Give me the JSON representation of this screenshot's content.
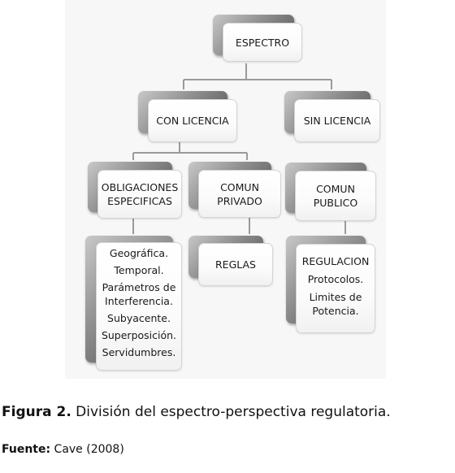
{
  "diagram": {
    "root": {
      "label": "ESPECTRO"
    },
    "con_licencia": {
      "label": "CON LICENCIA"
    },
    "sin_licencia": {
      "label": "SIN LICENCIA"
    },
    "obligaciones": {
      "lines": [
        "OBLIGACIONES",
        "ESPECIFICAS"
      ]
    },
    "comun_privado": {
      "lines": [
        "COMUN",
        "PRIVADO"
      ]
    },
    "comun_publico": {
      "lines": [
        "COMUN",
        "PUBLICO"
      ]
    },
    "obligaciones_detail": {
      "lines": [
        "Geográfica.",
        "Temporal.",
        "Parámetros de",
        "Interferencia.",
        "Subyacente.",
        "Superposición.",
        "Servidumbres."
      ]
    },
    "reglas": {
      "label": "REGLAS"
    },
    "regulacion": {
      "lines": [
        "REGULACION",
        "Protocolos.",
        "Limites de",
        "Potencia."
      ]
    }
  },
  "caption": {
    "label": "Figura 2.",
    "text": " División del espectro-perspectiva regulatoria."
  },
  "source": {
    "label": "Fuente:",
    "text": " Cave (2008)"
  }
}
